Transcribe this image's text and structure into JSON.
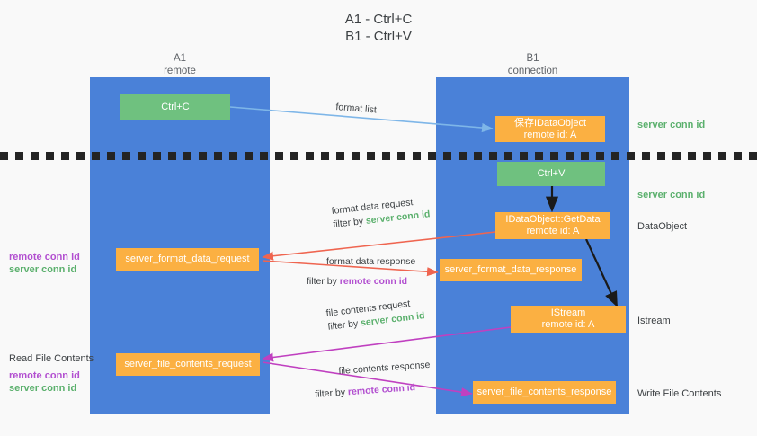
{
  "title": {
    "line1": "A1 - Ctrl+C",
    "line2": "B1 - Ctrl+V"
  },
  "columns": {
    "left": {
      "name": "A1",
      "role": "remote"
    },
    "right": {
      "name": "B1",
      "role": "connection"
    }
  },
  "colors": {
    "lane": "#4a81d8",
    "green_box": "#6fc17f",
    "orange_box": "#fbb042",
    "server_conn_id": "#5bb06d",
    "remote_conn_id": "#b24fd0",
    "format_list_arrow": "#7eb6e8",
    "format_data_arrow": "#ef6550",
    "file_contents_arrow": "#c040c0",
    "black_arrow": "#1a1a1a",
    "divider": "#242424",
    "background": "#f9f9f9"
  },
  "boxes": {
    "ctrl_c": {
      "line1": "Ctrl+C"
    },
    "save_idataobject": {
      "line1": "保存IDataObject",
      "line2": "remote id: A"
    },
    "ctrl_v": {
      "line1": "Ctrl+V"
    },
    "idataobject_getdata": {
      "line1": "IDataObject::GetData",
      "line2": "remote id: A"
    },
    "server_format_data_request": {
      "line1": "server_format_data_request"
    },
    "server_format_data_response": {
      "line1": "server_format_data_response"
    },
    "istream": {
      "line1": "IStream",
      "line2": "remote id: A"
    },
    "server_file_contents_request": {
      "line1": "server_file_contents_request"
    },
    "server_file_contents_response": {
      "line1": "server_file_contents_response"
    }
  },
  "side_labels": {
    "server_conn_id_top": "server conn id",
    "server_conn_id_ctrlv": "server conn id",
    "dataobject": "DataObject",
    "istream": "Istream",
    "write_file_contents": "Write File Contents",
    "read_file_contents": "Read File Contents",
    "left_format_remote": "remote conn id",
    "left_format_server": "server conn id",
    "left_file_remote": "remote conn id",
    "left_file_server": "server conn id"
  },
  "flow_labels": {
    "format_list": {
      "text": "format list"
    },
    "format_data_request": {
      "line1": "format data request",
      "filter_prefix": "filter by ",
      "filter_value": "server conn id"
    },
    "format_data_response": {
      "line1": "format data response",
      "filter_prefix": "filter by ",
      "filter_value": "remote conn id"
    },
    "file_contents_request": {
      "line1": "file contents request",
      "filter_prefix": "filter by ",
      "filter_value": "server conn id"
    },
    "file_contents_response": {
      "line1": "file contents response",
      "filter_prefix": "filter by ",
      "filter_value": "remote conn id"
    }
  }
}
